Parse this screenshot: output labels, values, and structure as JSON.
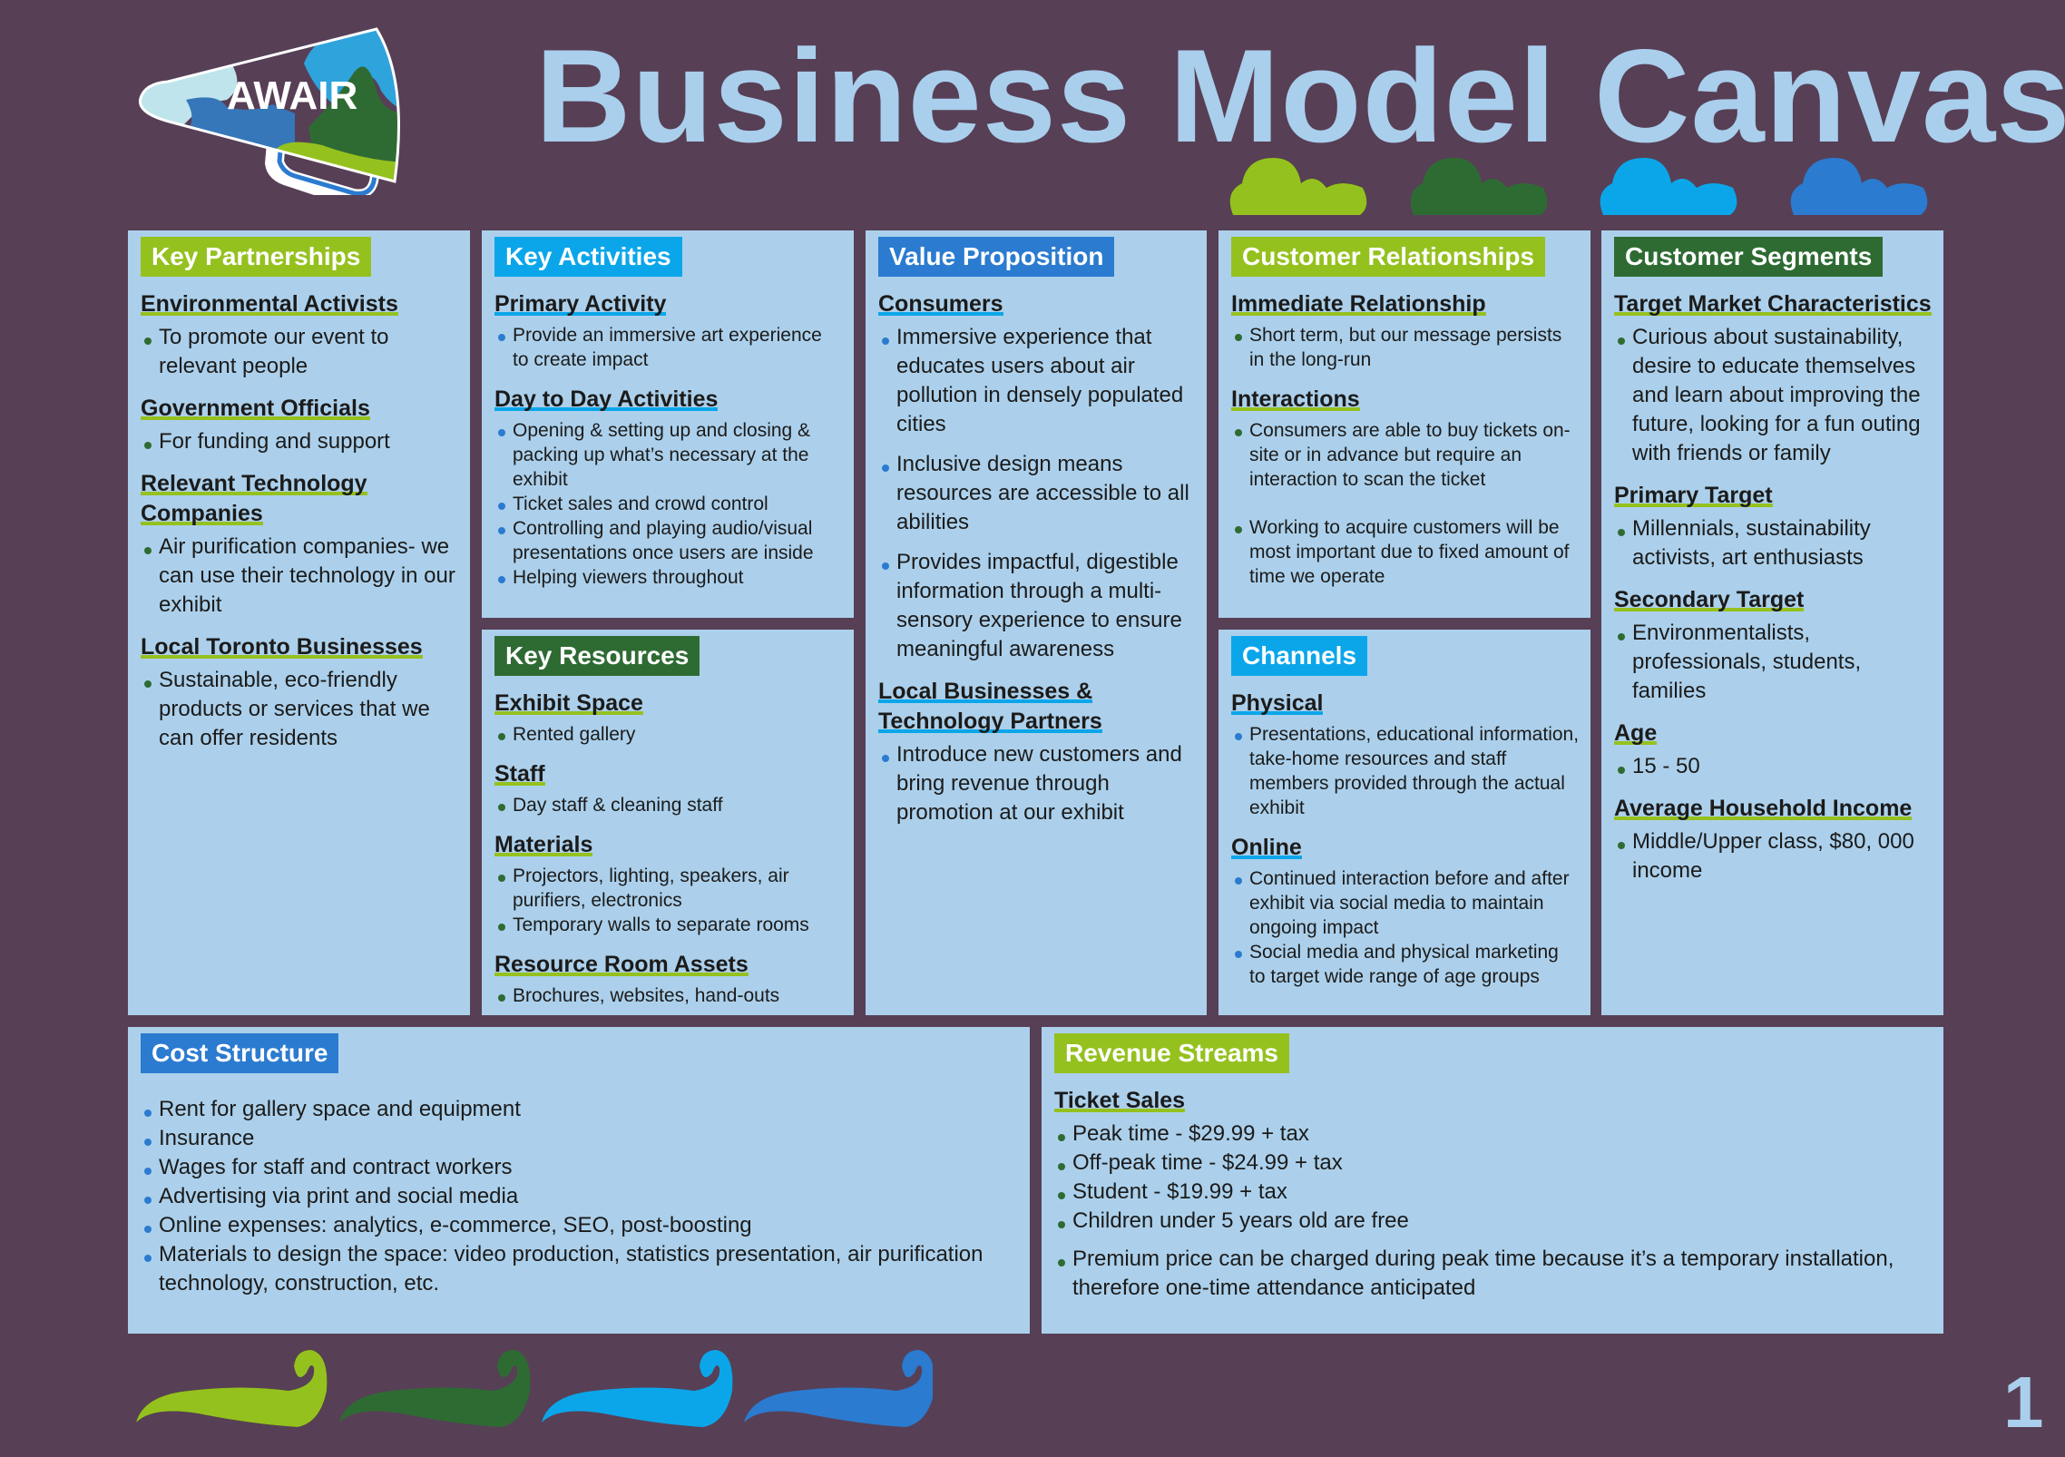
{
  "title": "Business Model Canvas",
  "page_number": "1",
  "logo": {
    "text": "AWAIR"
  },
  "colors": {
    "background": "#573f56",
    "panel": "#acd0eb",
    "lime": "#95c11f",
    "dark_green": "#2e6b33",
    "cyan": "#0ba6ea",
    "blue": "#2b7bd0",
    "title": "#a9cfec"
  },
  "sections": [
    {
      "id": "key-partnerships",
      "label": "Key Partnerships",
      "color": "#95c11f",
      "bullet": "#2e6b33",
      "size": "big",
      "groups": [
        {
          "heading": "Environmental Activists",
          "items": [
            "To promote our event to relevant people"
          ]
        },
        {
          "heading": "Government Officials",
          "items": [
            "For funding and support"
          ]
        },
        {
          "heading": "Relevant Technology Companies",
          "items": [
            "Air purification companies- we can use their technology in our exhibit"
          ]
        },
        {
          "heading": "Local Toronto Businesses",
          "items": [
            "Sustainable, eco-friendly products or services that we can offer residents"
          ]
        }
      ]
    },
    {
      "id": "key-activities",
      "label": "Key Activities",
      "color": "#0ba6ea",
      "bullet": "#2b7bd0",
      "size": "sm",
      "groups": [
        {
          "heading": "Primary Activity",
          "items": [
            "Provide an immersive art experience to create impact"
          ]
        },
        {
          "heading": "Day to Day Activities",
          "items": [
            "Opening & setting up and closing & packing up what’s necessary at the exhibit",
            "Ticket sales and crowd control",
            "Controlling and playing audio/visual presentations once users are inside",
            "Helping viewers throughout"
          ]
        }
      ]
    },
    {
      "id": "key-resources",
      "label": "Key Resources",
      "color": "#2e6b33",
      "bullet": "#2e6b33",
      "underline": "#95c11f",
      "size": "sm",
      "groups": [
        {
          "heading": "Exhibit Space",
          "items": [
            "Rented gallery"
          ]
        },
        {
          "heading": "Staff",
          "items": [
            "Day staff & cleaning staff"
          ]
        },
        {
          "heading": "Materials",
          "items": [
            "Projectors, lighting, speakers, air purifiers, electronics",
            "Temporary walls to separate rooms"
          ]
        },
        {
          "heading": "Resource Room Assets",
          "items": [
            "Brochures, websites, hand-outs"
          ]
        }
      ]
    },
    {
      "id": "value-proposition",
      "label": "Value Proposition",
      "color": "#2b7bd0",
      "bullet": "#2b7bd0",
      "underline": "#0ba6ea",
      "size": "big",
      "groups": [
        {
          "heading": "Consumers",
          "items": [
            "Immersive experience that educates users about air pollution in densely populated cities",
            "Inclusive design means resources are accessible to all abilities",
            "Provides impactful, digestible information through a multi-sensory experience to ensure meaningful awareness"
          ]
        },
        {
          "heading": "Local Businesses & Technology Partners",
          "items": [
            "Introduce new customers and bring revenue through promotion at our exhibit"
          ]
        }
      ]
    },
    {
      "id": "customer-relationships",
      "label": "Customer Relationships",
      "color": "#95c11f",
      "bullet": "#2e6b33",
      "size": "sm",
      "groups": [
        {
          "heading": "Immediate Relationship",
          "items": [
            "Short term, but our message persists in the long-run"
          ]
        },
        {
          "heading": "Interactions",
          "items": [
            "Consumers are able to buy tickets on-site or in advance but require an interaction to scan the ticket",
            "Working to acquire customers will be most important due to fixed amount of time we operate"
          ]
        }
      ]
    },
    {
      "id": "channels",
      "label": "Channels",
      "color": "#0ba6ea",
      "bullet": "#2b7bd0",
      "size": "sm",
      "groups": [
        {
          "heading": "Physical",
          "items": [
            "Presentations, educational information, take-home resources and staff members provided through the actual exhibit"
          ]
        },
        {
          "heading": "Online",
          "items": [
            "Continued interaction before and after exhibit via social media to maintain ongoing impact",
            "Social media and physical marketing to target wide range of age groups"
          ]
        }
      ]
    },
    {
      "id": "customer-segments",
      "label": "Customer Segments",
      "color": "#2e6b33",
      "bullet": "#2e6b33",
      "underline": "#95c11f",
      "size": "big",
      "groups": [
        {
          "heading": "Target Market Characteristics",
          "items": [
            "Curious about sustainability, desire to educate themselves and learn about improving the future, looking for a fun outing with friends or family"
          ]
        },
        {
          "heading": "Primary Target",
          "items": [
            "Millennials, sustainability activists, art enthusiasts"
          ]
        },
        {
          "heading": "Secondary Target",
          "items": [
            "Environmentalists, professionals, students, families"
          ]
        },
        {
          "heading": "Age",
          "items": [
            "15 - 50"
          ]
        },
        {
          "heading": "Average Household Income",
          "items": [
            "Middle/Upper class, $80, 000 income"
          ]
        }
      ]
    },
    {
      "id": "cost-structure",
      "label": "Cost Structure",
      "color": "#2b7bd0",
      "bullet": "#2b7bd0",
      "size": "big",
      "groups": [
        {
          "heading": "",
          "items": [
            "Rent for gallery space and equipment",
            "Insurance",
            "Wages for staff and contract workers",
            "Advertising via print and social media",
            "Online expenses: analytics, e-commerce, SEO, post-boosting",
            "Materials to design the space: video production, statistics presentation, air purification technology, construction, etc."
          ]
        }
      ]
    },
    {
      "id": "revenue-streams",
      "label": "Revenue Streams",
      "color": "#95c11f",
      "bullet": "#2e6b33",
      "size": "big",
      "groups": [
        {
          "heading": "Ticket Sales",
          "items": [
            "Peak time - $29.99 + tax",
            "Off-peak time - $24.99 + tax",
            "Student - $19.99 + tax",
            "Children under 5 years old are free",
            "Premium price can be charged during peak time because it’s a temporary installation, therefore one-time attendance anticipated"
          ]
        }
      ]
    }
  ]
}
